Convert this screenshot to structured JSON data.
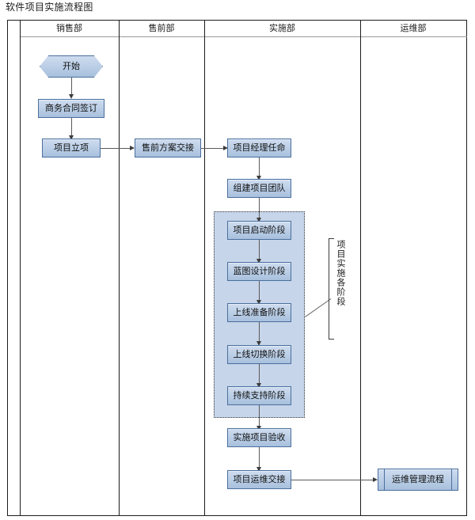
{
  "document": {
    "title": "软件项目实施流程图"
  },
  "lanes": [
    {
      "id": "sales",
      "label": "销售部"
    },
    {
      "id": "presales",
      "label": "售前部"
    },
    {
      "id": "implementation",
      "label": "实施部"
    },
    {
      "id": "operations",
      "label": "运维部"
    }
  ],
  "nodes": {
    "start": {
      "label": "开始",
      "shape": "hexagon",
      "lane": "销售部"
    },
    "contract": {
      "label": "商务合同签订",
      "shape": "process",
      "lane": "销售部"
    },
    "project_setup": {
      "label": "项目立项",
      "shape": "process",
      "lane": "销售部"
    },
    "presales_handover": {
      "label": "售前方案交接",
      "shape": "process",
      "lane": "售前部"
    },
    "pm_appointment": {
      "label": "项目经理任命",
      "shape": "process",
      "lane": "实施部"
    },
    "team_building": {
      "label": "组建项目团队",
      "shape": "process",
      "lane": "实施部"
    },
    "phase_kickoff": {
      "label": "项目启动阶段",
      "shape": "process",
      "lane": "实施部"
    },
    "phase_blueprint": {
      "label": "蓝图设计阶段",
      "shape": "process",
      "lane": "实施部"
    },
    "phase_prelaunch": {
      "label": "上线准备阶段",
      "shape": "process",
      "lane": "实施部"
    },
    "phase_cutover": {
      "label": "上线切换阶段",
      "shape": "process",
      "lane": "实施部"
    },
    "phase_support": {
      "label": "持续支持阶段",
      "shape": "process",
      "lane": "实施部"
    },
    "acceptance": {
      "label": "实施项目验收",
      "shape": "process",
      "lane": "实施部"
    },
    "ops_handover": {
      "label": "项目运维交接",
      "shape": "process",
      "lane": "实施部"
    },
    "ops_process": {
      "label": "运维管理流程",
      "shape": "predefined-process",
      "lane": "运维部"
    }
  },
  "annotations": {
    "phase_group_label": "项目实施各阶段"
  },
  "colors": {
    "node_fill_top": "#cfdcef",
    "node_fill_bottom": "#a8c0dd",
    "node_border": "#4a6f9e",
    "group_fill": "#c6d5e9",
    "group_border": "#3a3a3a",
    "connector": "#5a5a5a",
    "frame": "#1c1c1c",
    "text": "#111111"
  }
}
